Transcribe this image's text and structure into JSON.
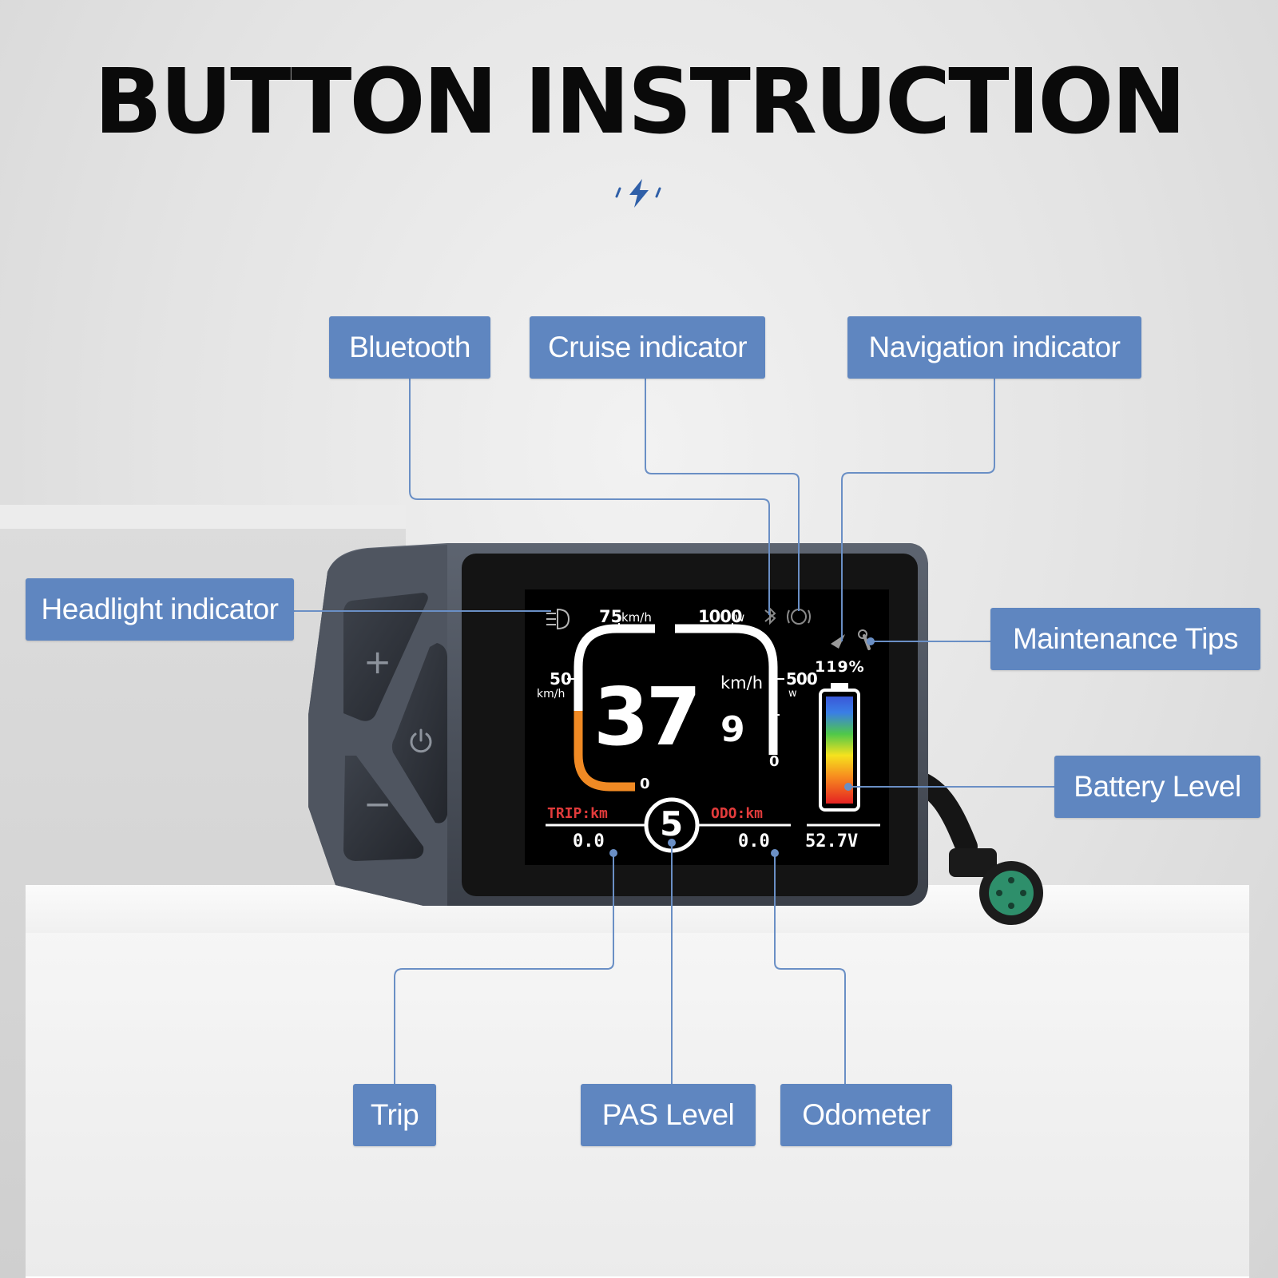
{
  "title": "BUTTON INSTRUCTION",
  "icons": {
    "accent_bolt": "lightning-bolt",
    "plus": "+",
    "minus": "−",
    "power": "power-icon"
  },
  "labels": {
    "bluetooth": "Bluetooth",
    "cruise": "Cruise indicator",
    "navigation": "Navigation indicator",
    "headlight": "Headlight indicator",
    "maintenance": "Maintenance Tips",
    "battery": "Battery Level",
    "trip": "Trip",
    "pas": "PAS Level",
    "odometer": "Odometer"
  },
  "screen": {
    "speed_limit_value": "75",
    "speed_limit_unit": "km/h",
    "power_value": "1000",
    "power_unit": "w",
    "speed_scale_mid": "50",
    "speed_scale_mid_unit": "km/h",
    "speed_scale_zero": "0",
    "power_scale_mid": "500",
    "power_scale_mid_unit": "w",
    "power_scale_zero": "0",
    "speed_main": "37",
    "speed_decimal": "9",
    "speed_unit": "km/h",
    "battery_percent": "119%",
    "trip_label": "TRIP:km",
    "trip_value": "0.0",
    "pas_level": "5",
    "odo_label": "ODO:km",
    "odo_value": "0.0",
    "voltage": "52.7V"
  },
  "colors": {
    "label_bg": "#5f86c0",
    "leader_line": "#6a8fc5",
    "speed_arc": "#f08a24",
    "trip_text": "#e23b3b"
  }
}
